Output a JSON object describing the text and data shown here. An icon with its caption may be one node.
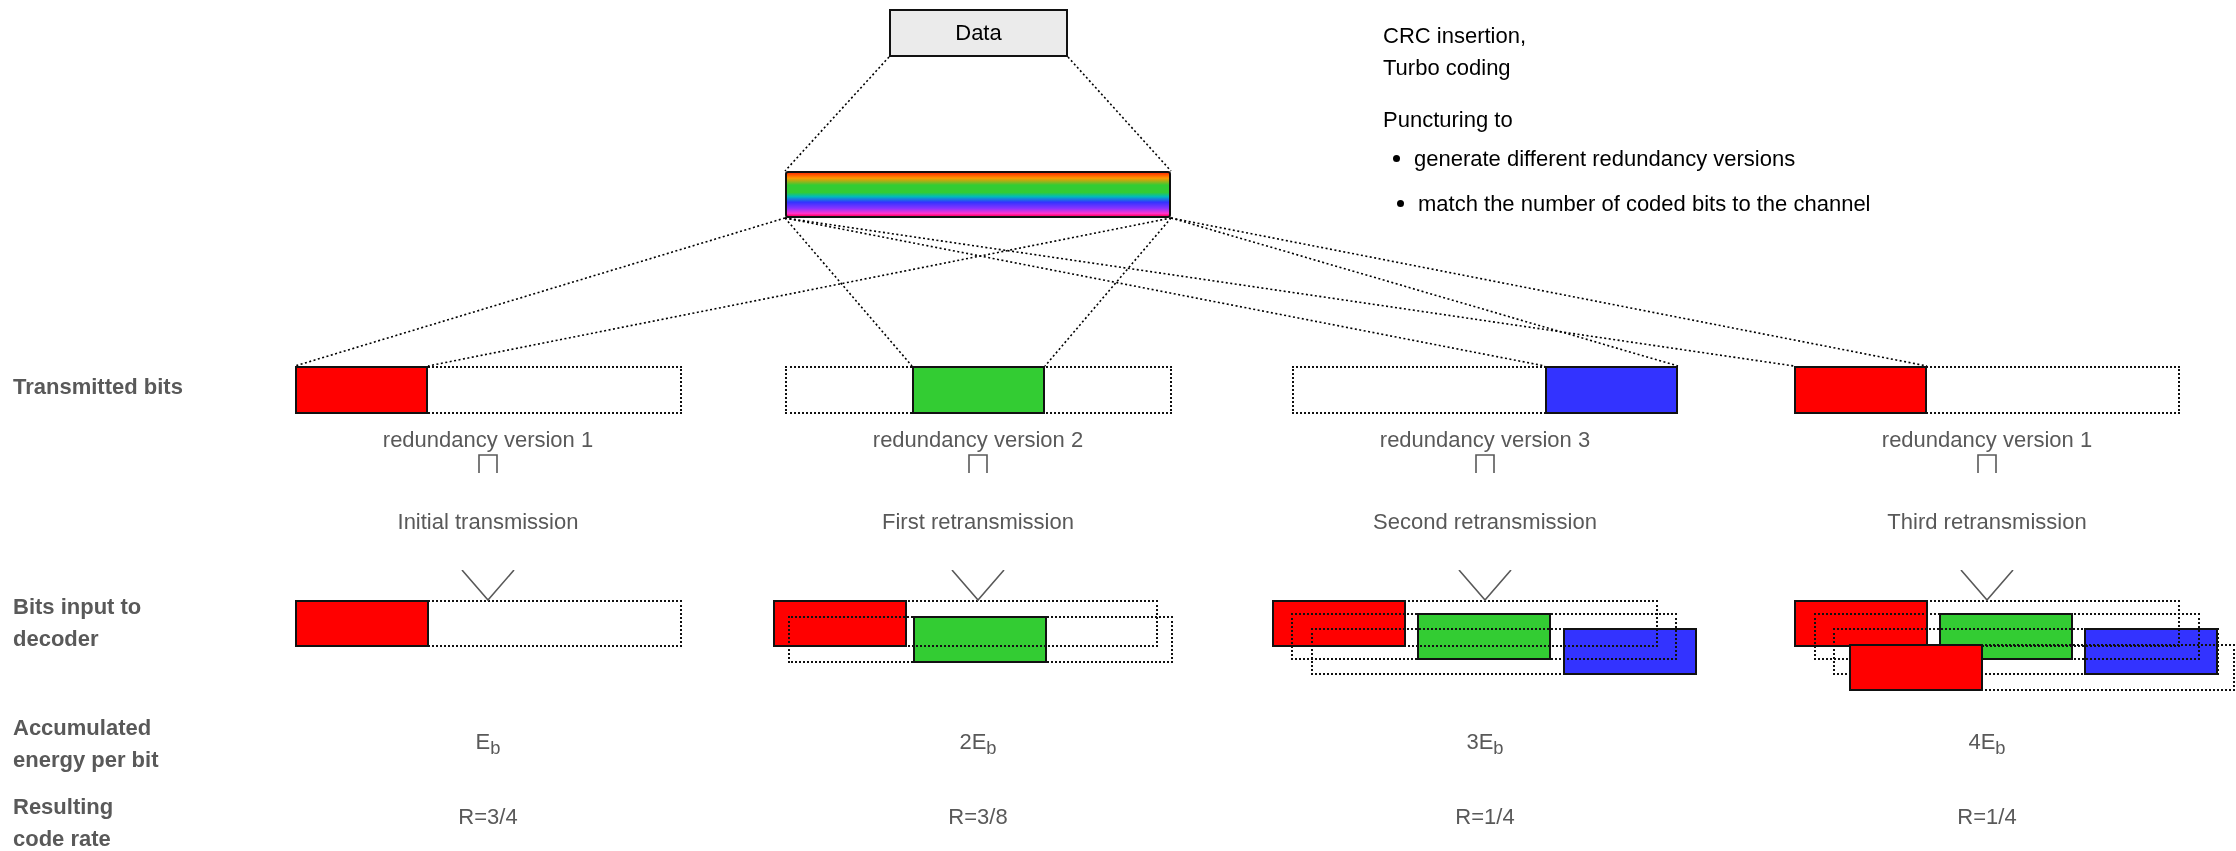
{
  "diagram": {
    "nodes": [
      {
        "text": [
          "Data"
        ]
      },
      {
        "text": [],
        "shape": "bar"
      },
      {
        "text": [],
        "shape": "box"
      },
      {
        "text": [],
        "shape": "box",
        "in": 2
      },
      {
        "text": [],
        "shape": "box"
      },
      {
        "text": [],
        "shape": "box",
        "in": 4
      },
      {
        "text": [],
        "shape": "box"
      },
      {
        "text": [],
        "shape": "box",
        "in": 6
      },
      {
        "text": [],
        "shape": "box"
      },
      {
        "text": [],
        "shape": "box",
        "in": 8
      },
      {
        "text": [
          "redundancy version 1"
        ]
      },
      {
        "text": [
          "redundancy version 2"
        ]
      },
      {
        "text": [
          "redundancy version 3"
        ]
      },
      {
        "text": [
          "redundancy version 1"
        ]
      },
      {
        "text": [],
        "shape": "box"
      },
      {
        "text": [],
        "shape": "box",
        "in": 14
      },
      {
        "text": [],
        "shape": "box"
      },
      {
        "text": [],
        "shape": "box",
        "in": 16
      },
      {
        "text": [],
        "shape": "box"
      },
      {
        "text": [],
        "shape": "box",
        "in": 18
      },
      {
        "text": [],
        "shape": "box"
      },
      {
        "text": [],
        "shape": "box",
        "in": 20
      },
      {
        "text": [],
        "shape": "box"
      },
      {
        "text": [],
        "shape": "box",
        "in": 22
      },
      {
        "text": [],
        "shape": "box"
      },
      {
        "text": [],
        "shape": "box",
        "in": 24
      },
      {
        "text": [],
        "shape": "box"
      },
      {
        "text": [],
        "shape": "box",
        "in": 26
      },
      {
        "text": [],
        "shape": "box"
      },
      {
        "text": [],
        "shape": "box",
        "in": 28
      },
      {
        "text": [],
        "shape": "box"
      },
      {
        "text": [],
        "shape": "box",
        "in": 30
      },
      {
        "text": [],
        "shape": "box"
      },
      {
        "text": [],
        "shape": "box",
        "in": 32
      }
    ],
    "edges": [
      {
        "from": 0,
        "to": 1,
        "arrow": "none",
        "style": "dashed"
      },
      {
        "from": 0,
        "to": 1,
        "arrow": "none",
        "style": "dashed"
      },
      {
        "from": 1,
        "to": 3,
        "arrow": "none",
        "style": "dashed"
      },
      {
        "from": 1,
        "to": 3,
        "arrow": "none",
        "style": "dashed"
      },
      {
        "from": 1,
        "to": 5,
        "arrow": "none",
        "style": "dashed"
      },
      {
        "from": 1,
        "to": 5,
        "arrow": "none",
        "style": "dashed"
      },
      {
        "from": 1,
        "to": 7,
        "arrow": "none",
        "style": "dashed"
      },
      {
        "from": 1,
        "to": 7,
        "arrow": "none",
        "style": "dashed"
      },
      {
        "from": 1,
        "to": 9,
        "arrow": "none",
        "style": "dashed"
      },
      {
        "from": 1,
        "to": 9,
        "arrow": "none",
        "style": "dashed"
      },
      {
        "from": 10,
        "to": 14,
        "arrow": "to",
        "label": "Initial transmission",
        "color": "#595959"
      },
      {
        "from": 11,
        "to": 16,
        "arrow": "to",
        "label": "First retransmission",
        "color": "#595959"
      },
      {
        "from": 12,
        "to": 20,
        "arrow": "to",
        "label": "Second retransmission",
        "color": "#595959"
      },
      {
        "from": 13,
        "to": 26,
        "arrow": "to",
        "label": "Third retransmission",
        "color": "#595959"
      }
    ],
    "labels": [
      "CRC insertion, Turbo coding",
      "Puncturing to",
      "generate different redundancy versions",
      "match the number of coded bits to the channel",
      "Transmitted bits",
      "Bits input to decoder",
      "Accumulated energy per bit",
      "E$_{b}$",
      "2E$_{b}$",
      "3E$_{b}$",
      "4E$_{b}$",
      "Resulting code rate",
      "R=3/4",
      "R=3/8",
      "R=1/4",
      "R=1/4"
    ]
  }
}
